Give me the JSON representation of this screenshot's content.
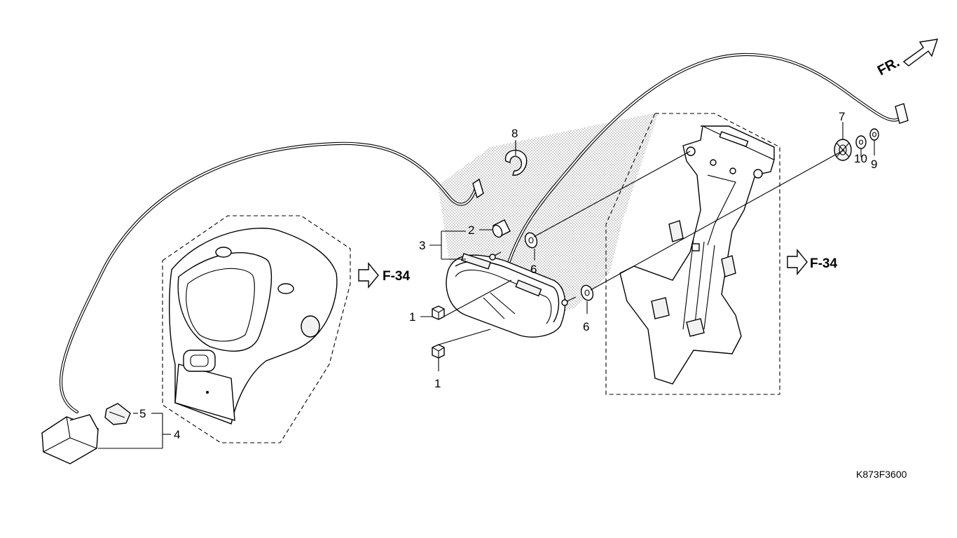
{
  "callouts": {
    "c1a": "1",
    "c1b": "1",
    "c2": "2",
    "c3": "3",
    "c4": "4",
    "c5": "5",
    "c6a": "6",
    "c6b": "6",
    "c7": "7",
    "c8": "8",
    "c9": "9",
    "c10": "10"
  },
  "refs": {
    "left": "F-34",
    "right": "F-34"
  },
  "front_label": "FR.",
  "diagram_code": "K873F3600",
  "colors": {
    "line": "#000000",
    "background": "#ffffff",
    "shade": "#8c8c8c"
  }
}
